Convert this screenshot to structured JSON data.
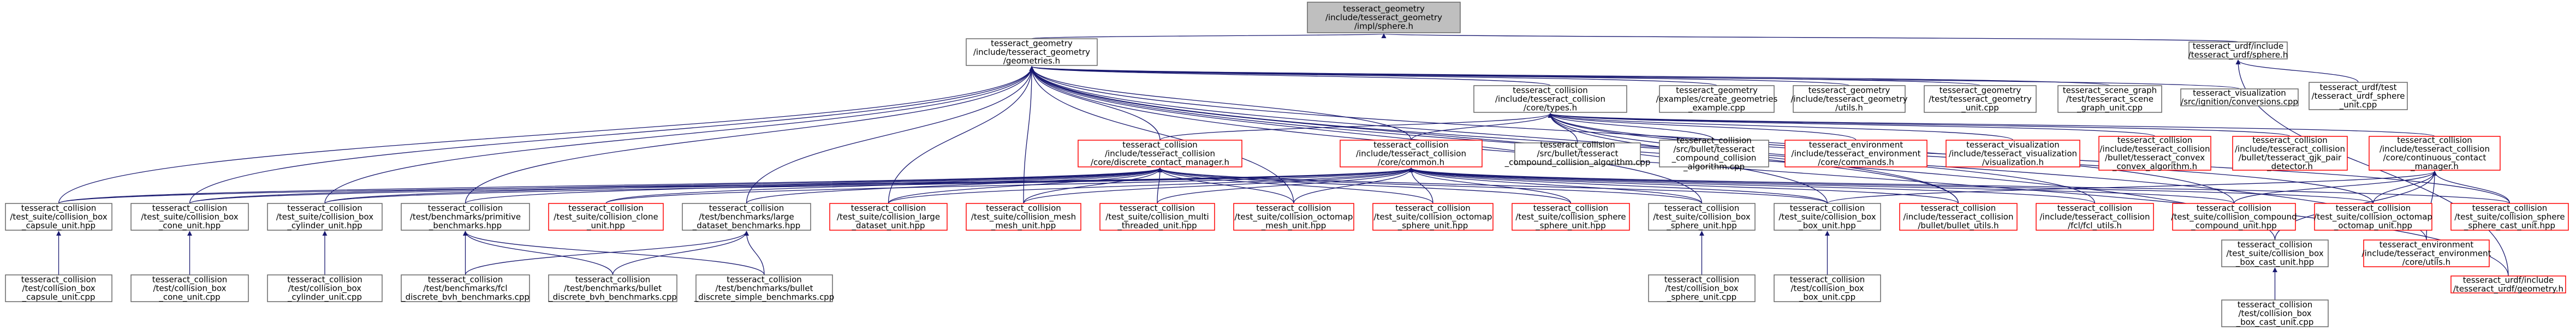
{
  "colors": {
    "edge": "#191970",
    "node_border": "#666666",
    "node_border_incomplete": "#ff0000",
    "root_fill": "#bfbfbf",
    "background": "#ffffff"
  },
  "graph": {
    "nodes": [
      {
        "id": "root",
        "lines": [
          "tesseract_geometry",
          "/include/tesseract_geometry",
          "/impl/sphere.h"
        ],
        "style": "root"
      },
      {
        "id": "geometries",
        "lines": [
          "tesseract_geometry",
          "/include/tesseract_geometry",
          "/geometries.h"
        ],
        "style": "normal"
      },
      {
        "id": "urdf_sphere",
        "lines": [
          "tesseract_urdf/include",
          "/tesseract_urdf/sphere.h"
        ],
        "style": "normal"
      },
      {
        "id": "urdf_sphere_unit",
        "lines": [
          "tesseract_urdf/test",
          "/tesseract_urdf_sphere",
          "_unit.cpp"
        ],
        "style": "normal"
      },
      {
        "id": "types",
        "lines": [
          "tesseract_collision",
          "/include/tesseract_collision",
          "/core/types.h"
        ],
        "style": "normal"
      },
      {
        "id": "create_geometries",
        "lines": [
          "tesseract_geometry",
          "/examples/create_geometries",
          "_example.cpp"
        ],
        "style": "normal"
      },
      {
        "id": "geom_utils",
        "lines": [
          "tesseract_geometry",
          "/include/tesseract_geometry",
          "/utils.h"
        ],
        "style": "normal"
      },
      {
        "id": "geom_unit",
        "lines": [
          "tesseract_geometry",
          "/test/tesseract_geometry",
          "_unit.cpp"
        ],
        "style": "normal"
      },
      {
        "id": "scene_graph_unit",
        "lines": [
          "tesseract_scene_graph",
          "/test/tesseract_scene",
          "_graph_unit.cpp"
        ],
        "style": "normal"
      },
      {
        "id": "ignition",
        "lines": [
          "tesseract_visualization",
          "/src/ignition/conversions.cpp"
        ],
        "style": "normal"
      },
      {
        "id": "discrete_cm",
        "lines": [
          "tesseract_collision",
          "/include/tesseract_collision",
          "/core/discrete_contact_manager.h"
        ],
        "style": "red"
      },
      {
        "id": "common",
        "lines": [
          "tesseract_collision",
          "/include/tesseract_collision",
          "/core/common.h"
        ],
        "style": "red"
      },
      {
        "id": "bullet_cca",
        "lines": [
          "tesseract_collision",
          "/src/bullet/tesseract",
          "_compound_collision_algorithm.cpp"
        ],
        "style": "normal"
      },
      {
        "id": "bullet_cca_h",
        "lines": [
          "tesseract_collision",
          "/src/bullet/tesseract",
          "_compound_collision",
          "_algorithm.cpp"
        ],
        "style": "normal"
      },
      {
        "id": "env_commands",
        "lines": [
          "tesseract_environment",
          "/include/tesseract_environment",
          "/core/commands.h"
        ],
        "style": "red"
      },
      {
        "id": "vis_visualization",
        "lines": [
          "tesseract_visualization",
          "/include/tesseract_visualization",
          "/visualization.h"
        ],
        "style": "red"
      },
      {
        "id": "convex_alg",
        "lines": [
          "tesseract_collision",
          "/include/tesseract_collision",
          "/bullet/tesseract_convex",
          "_convex_algorithm.h"
        ],
        "style": "red"
      },
      {
        "id": "gjk_pair",
        "lines": [
          "tesseract_collision",
          "/include/tesseract_collision",
          "/bullet/tesseract_gjk_pair",
          "_detector.h"
        ],
        "style": "red"
      },
      {
        "id": "continuous_cm",
        "lines": [
          "tesseract_collision",
          "/include/tesseract_collision",
          "/core/continuous_contact",
          "_manager.h"
        ],
        "style": "red"
      },
      {
        "id": "capsule_hpp",
        "lines": [
          "tesseract_collision",
          "/test_suite/collision_box",
          "_capsule_unit.hpp"
        ],
        "style": "normal"
      },
      {
        "id": "cone_hpp",
        "lines": [
          "tesseract_collision",
          "/test_suite/collision_box",
          "_cone_unit.hpp"
        ],
        "style": "normal"
      },
      {
        "id": "cylinder_hpp",
        "lines": [
          "tesseract_collision",
          "/test_suite/collision_box",
          "_cylinder_unit.hpp"
        ],
        "style": "normal"
      },
      {
        "id": "primitive_bench",
        "lines": [
          "tesseract_collision",
          "/test/benchmarks/primitive",
          "_benchmarks.hpp"
        ],
        "style": "normal"
      },
      {
        "id": "clone_hpp",
        "lines": [
          "tesseract_collision",
          "/test_suite/collision_clone",
          "_unit.hpp"
        ],
        "style": "red"
      },
      {
        "id": "large_bench",
        "lines": [
          "tesseract_collision",
          "/test/benchmarks/large",
          "_dataset_benchmarks.hpp"
        ],
        "style": "normal"
      },
      {
        "id": "large_dataset_hpp",
        "lines": [
          "tesseract_collision",
          "/test_suite/collision_large",
          "_dataset_unit.hpp"
        ],
        "style": "red"
      },
      {
        "id": "mesh_mesh_hpp",
        "lines": [
          "tesseract_collision",
          "/test_suite/collision_mesh",
          "_mesh_unit.hpp"
        ],
        "style": "red"
      },
      {
        "id": "multi_thread_hpp",
        "lines": [
          "tesseract_collision",
          "/test_suite/collision_multi",
          "_threaded_unit.hpp"
        ],
        "style": "red"
      },
      {
        "id": "octomap_mesh_hpp",
        "lines": [
          "tesseract_collision",
          "/test_suite/collision_octomap",
          "_mesh_unit.hpp"
        ],
        "style": "red"
      },
      {
        "id": "octomap_sphere_hpp",
        "lines": [
          "tesseract_collision",
          "/test_suite/collision_octomap",
          "_sphere_unit.hpp"
        ],
        "style": "red"
      },
      {
        "id": "sphere_sphere_hpp",
        "lines": [
          "tesseract_collision",
          "/test_suite/collision_sphere",
          "_sphere_unit.hpp"
        ],
        "style": "red"
      },
      {
        "id": "box_sphere_hpp",
        "lines": [
          "tesseract_collision",
          "/test_suite/collision_box",
          "_sphere_unit.hpp"
        ],
        "style": "normal"
      },
      {
        "id": "box_box_hpp",
        "lines": [
          "tesseract_collision",
          "/test_suite/collision_box",
          "_box_unit.hpp"
        ],
        "style": "normal"
      },
      {
        "id": "bullet_utils",
        "lines": [
          "tesseract_collision",
          "/include/tesseract_collision",
          "/bullet/bullet_utils.h"
        ],
        "style": "red"
      },
      {
        "id": "fcl_utils",
        "lines": [
          "tesseract_collision",
          "/include/tesseract_collision",
          "/fcl/fcl_utils.h"
        ],
        "style": "red"
      },
      {
        "id": "compound_hpp",
        "lines": [
          "tesseract_collision",
          "/test_suite/collision_compound",
          "_compound_unit.hpp"
        ],
        "style": "red"
      },
      {
        "id": "octomap_octomap_hpp",
        "lines": [
          "tesseract_collision",
          "/test_suite/collision_octomap",
          "_octomap_unit.hpp"
        ],
        "style": "red"
      },
      {
        "id": "sphere_cast_hpp",
        "lines": [
          "tesseract_collision",
          "/test_suite/collision_sphere",
          "_sphere_cast_unit.hpp"
        ],
        "style": "red"
      },
      {
        "id": "env_utils",
        "lines": [
          "tesseract_environment",
          "/include/tesseract_environment",
          "/core/utils.h"
        ],
        "style": "red"
      },
      {
        "id": "box_box_cast_hpp",
        "lines": [
          "tesseract_collision",
          "/test_suite/collision_box",
          "_box_cast_unit.hpp"
        ],
        "style": "normal"
      },
      {
        "id": "urdf_geometry",
        "lines": [
          "tesseract_urdf/include",
          "/tesseract_urdf/geometry.h"
        ],
        "style": "red"
      },
      {
        "id": "capsule_cpp",
        "lines": [
          "tesseract_collision",
          "/test/collision_box",
          "_capsule_unit.cpp"
        ],
        "style": "normal"
      },
      {
        "id": "cone_cpp",
        "lines": [
          "tesseract_collision",
          "/test/collision_box",
          "_cone_unit.cpp"
        ],
        "style": "normal"
      },
      {
        "id": "cylinder_cpp",
        "lines": [
          "tesseract_collision",
          "/test/collision_box",
          "_cylinder_unit.cpp"
        ],
        "style": "normal"
      },
      {
        "id": "fcl_bench",
        "lines": [
          "tesseract_collision",
          "/test/benchmarks/fcl",
          "_discrete_bvh_benchmarks.cpp"
        ],
        "style": "normal"
      },
      {
        "id": "bullet_bvh_bench",
        "lines": [
          "tesseract_collision",
          "/test/benchmarks/bullet",
          "_discrete_bvh_benchmarks.cpp"
        ],
        "style": "normal"
      },
      {
        "id": "bullet_simple_bench",
        "lines": [
          "tesseract_collision",
          "/test/benchmarks/bullet",
          "_discrete_simple_benchmarks.cpp"
        ],
        "style": "normal"
      },
      {
        "id": "box_sphere_cpp",
        "lines": [
          "tesseract_collision",
          "/test/collision_box",
          "_sphere_unit.cpp"
        ],
        "style": "normal"
      },
      {
        "id": "box_box_cpp",
        "lines": [
          "tesseract_collision",
          "/test/collision_box",
          "_box_unit.cpp"
        ],
        "style": "normal"
      },
      {
        "id": "box_box_cast_cpp",
        "lines": [
          "tesseract_collision",
          "/test/collision_box",
          "_box_cast_unit.cpp"
        ],
        "style": "normal"
      }
    ],
    "edges": [
      [
        "root",
        "geometries"
      ],
      [
        "root",
        "urdf_sphere"
      ],
      [
        "urdf_sphere",
        "urdf_sphere_unit"
      ],
      [
        "urdf_sphere",
        "urdf_geometry"
      ],
      [
        "geometries",
        "types"
      ],
      [
        "geometries",
        "create_geometries"
      ],
      [
        "geometries",
        "geom_utils"
      ],
      [
        "geometries",
        "geom_unit"
      ],
      [
        "geometries",
        "scene_graph_unit"
      ],
      [
        "geometries",
        "ignition"
      ],
      [
        "geometries",
        "discrete_cm"
      ],
      [
        "geometries",
        "common"
      ],
      [
        "geometries",
        "capsule_hpp"
      ],
      [
        "geometries",
        "cone_hpp"
      ],
      [
        "geometries",
        "cylinder_hpp"
      ],
      [
        "geometries",
        "primitive_bench"
      ],
      [
        "geometries",
        "large_bench"
      ],
      [
        "geometries",
        "large_dataset_hpp"
      ],
      [
        "geometries",
        "mesh_mesh_hpp"
      ],
      [
        "geometries",
        "octomap_mesh_hpp"
      ],
      [
        "geometries",
        "box_sphere_hpp"
      ],
      [
        "geometries",
        "box_box_hpp"
      ],
      [
        "geometries",
        "bullet_utils"
      ],
      [
        "geometries",
        "compound_hpp"
      ],
      [
        "geometries",
        "box_box_cast_hpp"
      ],
      [
        "geometries",
        "urdf_geometry"
      ],
      [
        "geometries",
        "env_utils"
      ],
      [
        "types",
        "discrete_cm"
      ],
      [
        "types",
        "common"
      ],
      [
        "types",
        "bullet_cca"
      ],
      [
        "types",
        "bullet_cca_h"
      ],
      [
        "types",
        "env_commands"
      ],
      [
        "types",
        "vis_visualization"
      ],
      [
        "types",
        "convex_alg"
      ],
      [
        "types",
        "gjk_pair"
      ],
      [
        "types",
        "continuous_cm"
      ],
      [
        "types",
        "fcl_utils"
      ],
      [
        "types",
        "bullet_utils"
      ],
      [
        "types",
        "sphere_cast_hpp"
      ],
      [
        "types",
        "octomap_octomap_hpp"
      ],
      [
        "discrete_cm",
        "capsule_hpp"
      ],
      [
        "discrete_cm",
        "cone_hpp"
      ],
      [
        "discrete_cm",
        "cylinder_hpp"
      ],
      [
        "discrete_cm",
        "primitive_bench"
      ],
      [
        "discrete_cm",
        "clone_hpp"
      ],
      [
        "discrete_cm",
        "large_bench"
      ],
      [
        "discrete_cm",
        "large_dataset_hpp"
      ],
      [
        "discrete_cm",
        "mesh_mesh_hpp"
      ],
      [
        "discrete_cm",
        "multi_thread_hpp"
      ],
      [
        "discrete_cm",
        "octomap_mesh_hpp"
      ],
      [
        "discrete_cm",
        "octomap_sphere_hpp"
      ],
      [
        "discrete_cm",
        "sphere_sphere_hpp"
      ],
      [
        "discrete_cm",
        "box_sphere_hpp"
      ],
      [
        "discrete_cm",
        "box_box_hpp"
      ],
      [
        "common",
        "capsule_hpp"
      ],
      [
        "common",
        "cone_hpp"
      ],
      [
        "common",
        "cylinder_hpp"
      ],
      [
        "common",
        "clone_hpp"
      ],
      [
        "common",
        "large_dataset_hpp"
      ],
      [
        "common",
        "mesh_mesh_hpp"
      ],
      [
        "common",
        "multi_thread_hpp"
      ],
      [
        "common",
        "octomap_mesh_hpp"
      ],
      [
        "common",
        "octomap_sphere_hpp"
      ],
      [
        "common",
        "sphere_sphere_hpp"
      ],
      [
        "common",
        "box_sphere_hpp"
      ],
      [
        "common",
        "box_box_hpp"
      ],
      [
        "common",
        "bullet_utils"
      ],
      [
        "common",
        "fcl_utils"
      ],
      [
        "common",
        "compound_hpp"
      ],
      [
        "common",
        "octomap_octomap_hpp"
      ],
      [
        "common",
        "sphere_cast_hpp"
      ],
      [
        "continuous_cm",
        "box_box_cast_hpp"
      ],
      [
        "continuous_cm",
        "sphere_cast_hpp"
      ],
      [
        "continuous_cm",
        "env_utils"
      ],
      [
        "continuous_cm",
        "compound_hpp"
      ],
      [
        "continuous_cm",
        "octomap_octomap_hpp"
      ],
      [
        "continuous_cm",
        "box_box_hpp"
      ],
      [
        "capsule_hpp",
        "capsule_cpp"
      ],
      [
        "cone_hpp",
        "cone_cpp"
      ],
      [
        "cylinder_hpp",
        "cylinder_cpp"
      ],
      [
        "primitive_bench",
        "fcl_bench"
      ],
      [
        "primitive_bench",
        "bullet_bvh_bench"
      ],
      [
        "primitive_bench",
        "bullet_simple_bench"
      ],
      [
        "large_bench",
        "fcl_bench"
      ],
      [
        "large_bench",
        "bullet_bvh_bench"
      ],
      [
        "large_bench",
        "bullet_simple_bench"
      ],
      [
        "box_sphere_hpp",
        "box_sphere_cpp"
      ],
      [
        "box_box_hpp",
        "box_box_cpp"
      ],
      [
        "box_box_cast_hpp",
        "box_box_cast_cpp"
      ]
    ]
  }
}
